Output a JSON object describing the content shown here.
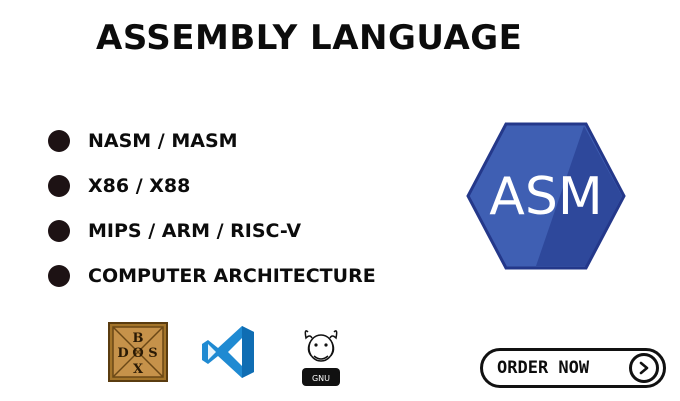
{
  "title": "ASSEMBLY LANGUAGE",
  "features": [
    "NASM / MASM",
    "X86 / X88",
    "MIPS / ARM / RISC-V",
    "COMPUTER ARCHITECTURE"
  ],
  "asm_logo": {
    "text": "ASM",
    "color_light": "#3f5fb3",
    "color_dark": "#283f93"
  },
  "tools": {
    "dosbox": {
      "letters": [
        "B",
        "D",
        "O",
        "S",
        "X"
      ]
    },
    "vscode": {
      "color": "#1f8ad2"
    },
    "gnu": {
      "label": "GNU"
    }
  },
  "order_button": {
    "label": "ORDER NOW"
  },
  "icons": [
    "bullet-icon",
    "asm-hexagon-icon",
    "dosbox-icon",
    "vscode-icon",
    "gnu-icon",
    "chevron-right-icon"
  ]
}
